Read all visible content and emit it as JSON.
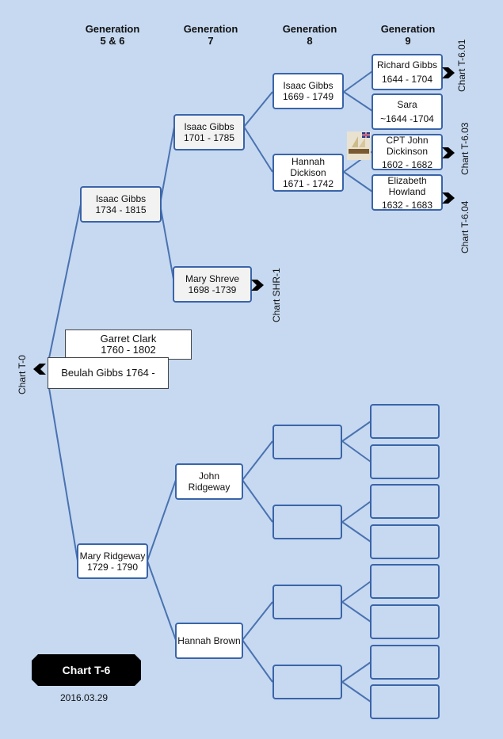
{
  "headers": {
    "gen56": {
      "line1": "Generation",
      "line2": "5 & 6"
    },
    "gen7": {
      "line1": "Generation",
      "line2": "7"
    },
    "gen8": {
      "line1": "Generation",
      "line2": "8"
    },
    "gen9": {
      "line1": "Generation",
      "line2": "9"
    }
  },
  "people": {
    "beulah": {
      "name": "Beulah Gibbs 1764  -"
    },
    "garret": {
      "name": "Garret Clark",
      "dates": "1760 - 1802"
    },
    "isaac1734": {
      "name": "Isaac Gibbs",
      "dates": "1734 - 1815"
    },
    "mary1729": {
      "name": "Mary Ridgeway",
      "dates": "1729 - 1790"
    },
    "isaac1701": {
      "name": "Isaac Gibbs",
      "dates": "1701 - 1785"
    },
    "maryshreve": {
      "name": "Mary Shreve",
      "dates": "1698 -1739"
    },
    "johnridgeway": {
      "name": "John Ridgeway"
    },
    "hannahbrown": {
      "name": "Hannah Brown"
    },
    "isaac1669": {
      "name": "Isaac Gibbs",
      "dates": "1669 - 1749"
    },
    "hannahdickison": {
      "name": "Hannah",
      "name2": "Dickison",
      "dates": "1671 - 1742"
    },
    "richard": {
      "name": "Richard Gibbs",
      "dates": "1644 - 1704"
    },
    "sara": {
      "name": "Sara",
      "dates": "~1644 -1704"
    },
    "cptjohn": {
      "name": "CPT John",
      "name2": "Dickinson",
      "dates": "1602 - 1682"
    },
    "elizabeth": {
      "name": "Elizabeth",
      "name2": "Howland",
      "dates": "1632 - 1683"
    }
  },
  "chart_refs": {
    "t0": "Chart T-0",
    "shr1": "Chart  SHR-1",
    "t601": "Chart T-6.01",
    "t603": "Chart T-6.03",
    "t604": "Chart T-6.04"
  },
  "badge": "Chart T-6",
  "date": "2016.03.29",
  "colors": {
    "background": "#c6d9f1",
    "line": "#3a64a8",
    "border": "#3a64a8"
  },
  "icons": [
    "arrow-left-icon",
    "arrow-right-icon",
    "ship-flag-icon"
  ]
}
